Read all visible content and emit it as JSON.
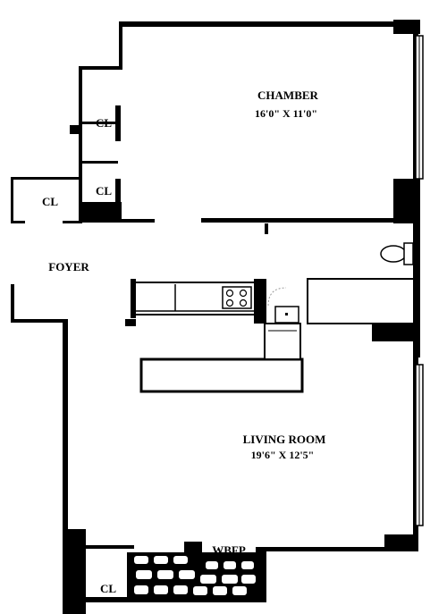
{
  "labels": {
    "chamber": "CHAMBER",
    "chamber_dim": "16'0\" X 11'0\"",
    "cl_chamber_upper": "CL",
    "cl_chamber_lower": "CL",
    "cl_foyer": "CL",
    "foyer": "FOYER",
    "living_room": "LIVING ROOM",
    "living_dim": "19'6\" X 12'5\"",
    "wbfp": "WBFP",
    "cl_living": "CL"
  }
}
